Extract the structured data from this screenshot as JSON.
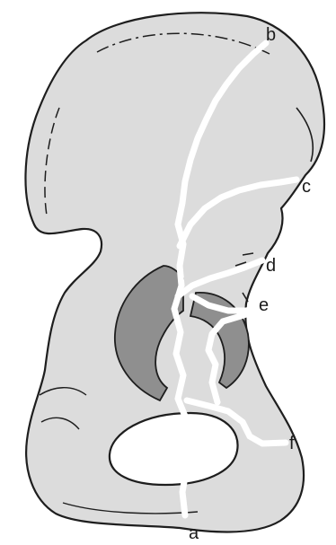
{
  "diagram": {
    "labels": {
      "a": "a",
      "b": "b",
      "c": "c",
      "d": "d",
      "e": "e",
      "f": "f"
    },
    "colors": {
      "bone_fill": "#dcdcdc",
      "bone_outline": "#1e1e1e",
      "articular_surface": "#8f8f8f",
      "fracture_lines": "#ffffff",
      "background": "#ffffff"
    }
  }
}
